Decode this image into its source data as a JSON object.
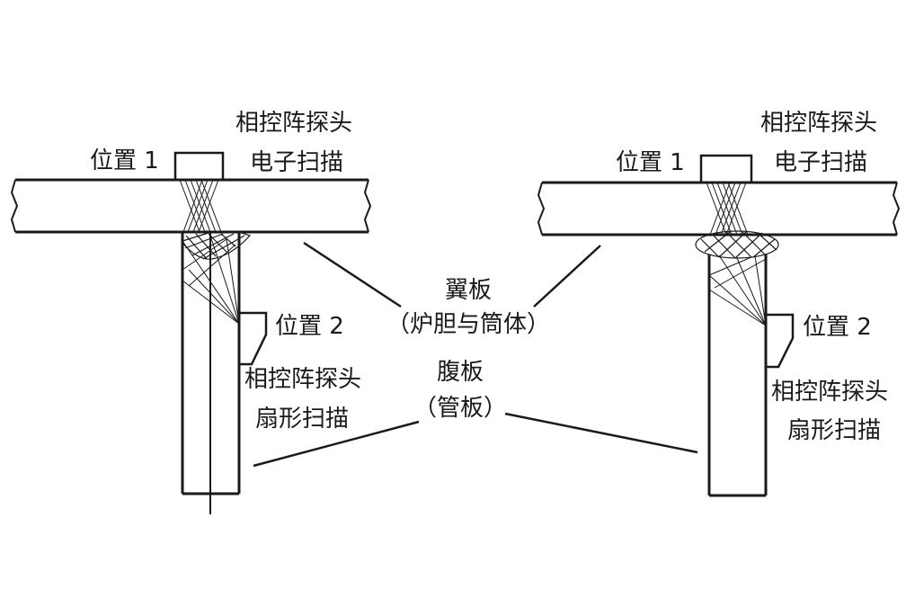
{
  "left_joint": {
    "position1_label": "位置 1",
    "probe_title_top": "相控阵探头",
    "scan_type_top": "电子扫描",
    "position2_label": "位置 2",
    "probe_title_side": "相控阵探头",
    "scan_type_side": "扇形扫描"
  },
  "right_joint": {
    "position1_label": "位置 1",
    "probe_title_top": "相控阵探头",
    "scan_type_top": "电子扫描",
    "position2_label": "位置 2",
    "probe_title_side": "相控阵探头",
    "scan_type_side": "扇形扫描"
  },
  "center": {
    "flange_label": "翼板",
    "flange_sub": "（炉胆与筒体）",
    "web_label": "腹板",
    "web_sub": "（管板）"
  }
}
